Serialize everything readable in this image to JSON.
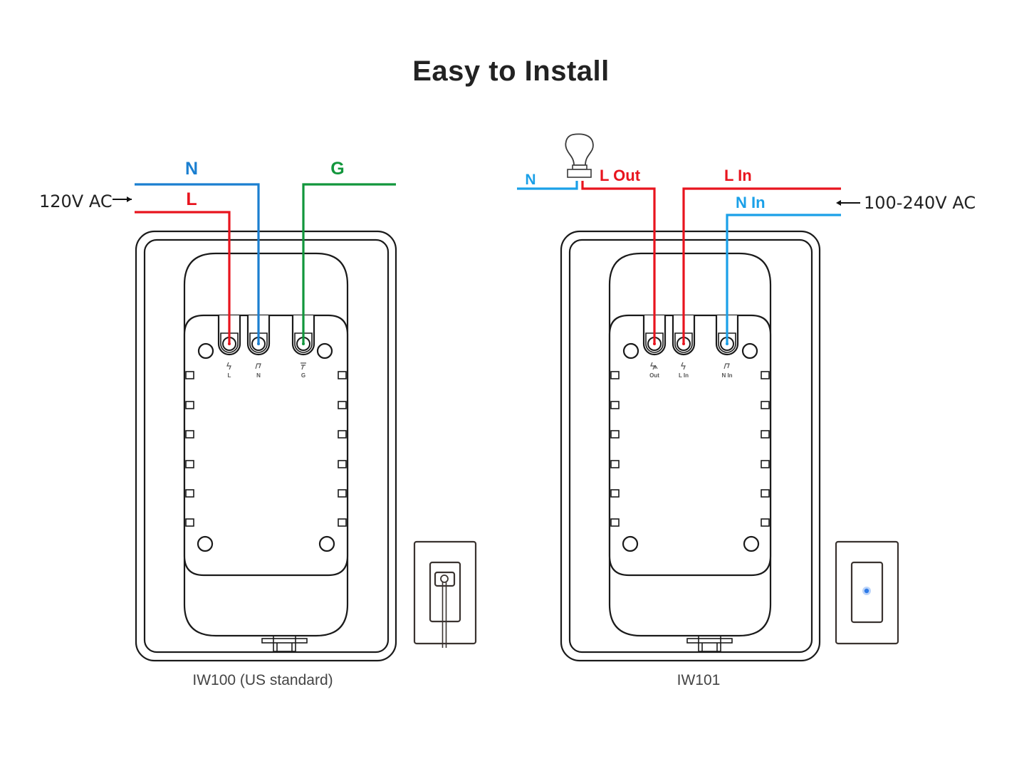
{
  "title": "Easy to Install",
  "colors": {
    "line": "#e8141e",
    "neutral_left": "#1b7fd0",
    "neutral_right": "#1aa0e8",
    "ground": "#12963c",
    "led": "#2f7be8",
    "text": "#222222"
  },
  "devices": [
    {
      "caption": "IW100 (US standard)",
      "supply_label": "120V AC",
      "wires": [
        {
          "label": "N",
          "color_key": "neutral_left"
        },
        {
          "label": "L",
          "color_key": "line"
        },
        {
          "label": "G",
          "color_key": "ground"
        }
      ],
      "terminals": [
        {
          "label": "L",
          "symbol": "lightning-icon"
        },
        {
          "label": "N",
          "symbol": "neutral-icon"
        },
        {
          "label": "G",
          "symbol": "ground-icon"
        }
      ],
      "front_view": "wall-switch-with-wire"
    },
    {
      "caption": "IW101",
      "supply_label": "100-240V AC",
      "load": "light-bulb",
      "wires": [
        {
          "label": "N",
          "color_key": "neutral_right"
        },
        {
          "label": "L Out",
          "color_key": "line"
        },
        {
          "label": "L In",
          "color_key": "line"
        },
        {
          "label": "N In",
          "color_key": "neutral_right"
        }
      ],
      "terminals": [
        {
          "label": "Out",
          "symbol": "lightning-out-icon"
        },
        {
          "label": "L In",
          "symbol": "lightning-icon"
        },
        {
          "label": "N In",
          "symbol": "neutral-icon"
        }
      ],
      "front_view": "wall-switch-with-led"
    }
  ]
}
